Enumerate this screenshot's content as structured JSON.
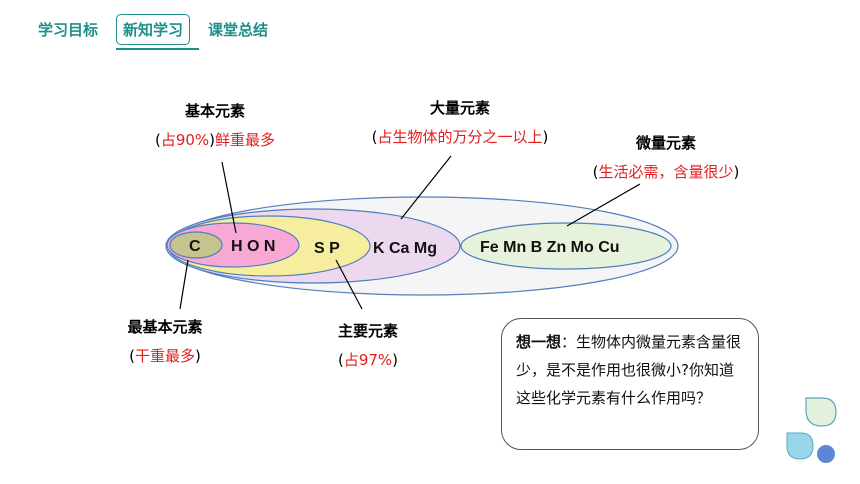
{
  "nav": {
    "tabs": [
      {
        "label": "学习目标",
        "active": false
      },
      {
        "label": "新知学习",
        "active": true
      },
      {
        "label": "课堂总结",
        "active": false
      }
    ]
  },
  "diagram": {
    "basic_elements": {
      "title": "基本元素",
      "open": "(",
      "red": "占90%",
      "close": ")",
      "red_tail": "鲜重最多"
    },
    "macro_elements": {
      "title": "大量元素",
      "open": "(",
      "red": "占生物体的万分之一以上",
      "close": ")"
    },
    "trace_elements": {
      "title": "微量元素",
      "open": "(",
      "red": "生活必需，含量很少",
      "close": ")"
    },
    "most_basic": {
      "title": "最基本元素",
      "open": "(",
      "red": "干重最多",
      "close": ")"
    },
    "main_elements": {
      "title": "主要元素",
      "open": "(",
      "red": "占97%",
      "close": ")"
    },
    "ellipse_texts": {
      "c": "C",
      "hon": "H O N",
      "sp": "S P",
      "kcamg": "K Ca Mg",
      "trace": "Fe Mn B Zn Mo Cu"
    },
    "colors": {
      "c_fill": "#c6c48e",
      "hon_fill": "#f8a8d4",
      "sp_fill": "#f6ee9e",
      "kcamg_fill": "#ecd9ef",
      "trace_fill": "#e6f2dc",
      "outer_fill": "#f5f5f5",
      "stroke": "#4f7fbf"
    }
  },
  "think": {
    "bold": "想一想",
    "text": "：生物体内微量元素含量很少，是不是作用也很微小?你知道这些化学元素有什么作用吗？"
  }
}
